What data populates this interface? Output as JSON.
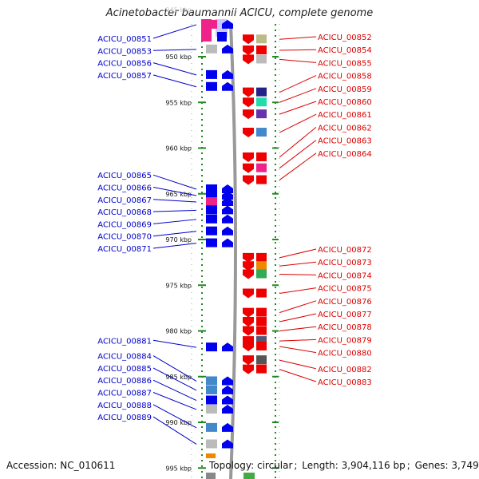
{
  "header": {
    "title": "Acinetobacter baumannii ACICU, complete genome"
  },
  "scale": {
    "unit_label": "kbp",
    "top_faded_tick": "945 kbp",
    "ticks": [
      {
        "kbp": 950,
        "label": "950 kbp"
      },
      {
        "kbp": 955,
        "label": "955 kbp"
      },
      {
        "kbp": 960,
        "label": "960 kbp"
      },
      {
        "kbp": 965,
        "label": "965 kbp"
      },
      {
        "kbp": 970,
        "label": "970 kbp"
      },
      {
        "kbp": 975,
        "label": "975 kbp"
      },
      {
        "kbp": 980,
        "label": "980 kbp"
      },
      {
        "kbp": 985,
        "label": "985 kbp"
      },
      {
        "kbp": 990,
        "label": "990 kbp"
      },
      {
        "kbp": 995,
        "label": "995 kbp"
      }
    ]
  },
  "colors": {
    "forward_label": "#0000cc",
    "reverse_label": "#dd0000",
    "forward_gene": "#0000ee",
    "reverse_gene": "#ee0000",
    "backbone": "#999999",
    "scale_dots": "#228822"
  },
  "forward_genes": [
    {
      "label": "ACICU_00851",
      "kbp": 946.5,
      "cog_color": "#ee2288"
    },
    {
      "label": "ACICU_00853",
      "kbp": 949.2,
      "cog_color": "#bbbbbb"
    },
    {
      "label": "ACICU_00856",
      "kbp": 952.0,
      "cog_color": "#0000ee"
    },
    {
      "label": "ACICU_00857",
      "kbp": 953.3,
      "cog_color": "#0000ee"
    },
    {
      "label": "ACICU_00865",
      "kbp": 964.5,
      "cog_color": "#0000ee"
    },
    {
      "label": "ACICU_00866",
      "kbp": 965.2,
      "cog_color": "#0000ee"
    },
    {
      "label": "ACICU_00867",
      "kbp": 965.9,
      "cog_color": "#ee2288"
    },
    {
      "label": "ACICU_00868",
      "kbp": 966.8,
      "cog_color": "#0000ee"
    },
    {
      "label": "ACICU_00869",
      "kbp": 967.8,
      "cog_color": "#0000ee"
    },
    {
      "label": "ACICU_00870",
      "kbp": 969.1,
      "cog_color": "#0000ee"
    },
    {
      "label": "ACICU_00871",
      "kbp": 970.4,
      "cog_color": "#0000ee"
    },
    {
      "label": "ACICU_00881",
      "kbp": 981.8,
      "cog_color": "#0000ee"
    },
    {
      "label": "ACICU_00884",
      "kbp": 985.5,
      "cog_color": "#4488cc"
    },
    {
      "label": "ACICU_00885",
      "kbp": 986.5,
      "cog_color": "#4488cc"
    },
    {
      "label": "ACICU_00886",
      "kbp": 987.6,
      "cog_color": "#0000ee"
    },
    {
      "label": "ACICU_00887",
      "kbp": 988.6,
      "cog_color": "#bbbbbb"
    },
    {
      "label": "ACICU_00888",
      "kbp": 990.6,
      "cog_color": "#4488cc"
    },
    {
      "label": "ACICU_00889",
      "kbp": 992.4,
      "cog_color": "#bbbbbb"
    }
  ],
  "reverse_genes": [
    {
      "label": "ACICU_00852",
      "kbp": 948.1,
      "cog_color": "#bbbb88"
    },
    {
      "label": "ACICU_00854",
      "kbp": 949.3,
      "cog_color": "#ee0000"
    },
    {
      "label": "ACICU_00855",
      "kbp": 950.3,
      "cog_color": "#bbbbbb"
    },
    {
      "label": "ACICU_00858",
      "kbp": 953.9,
      "cog_color": "#222288"
    },
    {
      "label": "ACICU_00859",
      "kbp": 955.0,
      "cog_color": "#22ddaa"
    },
    {
      "label": "ACICU_00860",
      "kbp": 956.3,
      "cog_color": "#6633aa"
    },
    {
      "label": "ACICU_00861",
      "kbp": 958.3,
      "cog_color": "#4488cc"
    },
    {
      "label": "ACICU_00862",
      "kbp": 961.0,
      "cog_color": "#ee0000"
    },
    {
      "label": "ACICU_00863",
      "kbp": 962.2,
      "cog_color": "#ee2288"
    },
    {
      "label": "ACICU_00864",
      "kbp": 963.5,
      "cog_color": "#ee0000"
    },
    {
      "label": "ACICU_00872",
      "kbp": 972.0,
      "cog_color": "#ee0000"
    },
    {
      "label": "ACICU_00873",
      "kbp": 972.9,
      "cog_color": "#ee8800"
    },
    {
      "label": "ACICU_00874",
      "kbp": 973.8,
      "cog_color": "#33aa55"
    },
    {
      "label": "ACICU_00875",
      "kbp": 975.9,
      "cog_color": "#ee0000"
    },
    {
      "label": "ACICU_00876",
      "kbp": 978.0,
      "cog_color": "#ee0000"
    },
    {
      "label": "ACICU_00877",
      "kbp": 979.0,
      "cog_color": "#ee0000"
    },
    {
      "label": "ACICU_00878",
      "kbp": 980.0,
      "cog_color": "#ee0000"
    },
    {
      "label": "ACICU_00879",
      "kbp": 981.1,
      "cog_color": "#555577"
    },
    {
      "label": "ACICU_00880",
      "kbp": 981.7,
      "cog_color": "#ee0000"
    },
    {
      "label": "ACICU_00882",
      "kbp": 983.2,
      "cog_color": "#555555"
    },
    {
      "label": "ACICU_00883",
      "kbp": 984.2,
      "cog_color": "#ee0000"
    }
  ],
  "footer": {
    "accession_label": "Accession:",
    "accession": "NC_010611",
    "topology_label": "Topology:",
    "topology": "circular",
    "length_label": "Length:",
    "length": "3,904,116 bp",
    "genes_label": "Genes:",
    "genes": "3,749"
  }
}
